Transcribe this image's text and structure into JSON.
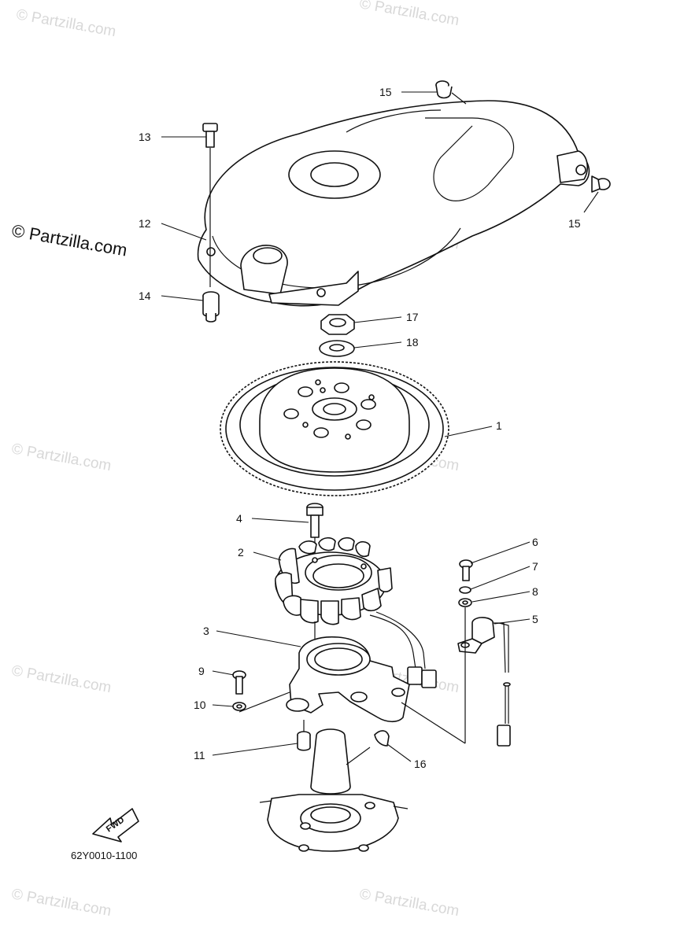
{
  "watermark": "© Partzilla.com",
  "copyright": "© Partzilla.com",
  "diagram_code": "62Y0010-1100",
  "fwd_label": "FWD",
  "callouts": {
    "c1": "1",
    "c2": "2",
    "c3": "3",
    "c4": "4",
    "c5": "5",
    "c6": "6",
    "c7": "7",
    "c8": "8",
    "c9": "9",
    "c10": "10",
    "c11": "11",
    "c12": "12",
    "c13": "13",
    "c14": "14",
    "c15a": "15",
    "c15b": "15",
    "c16": "16",
    "c17": "17",
    "c18": "18"
  }
}
